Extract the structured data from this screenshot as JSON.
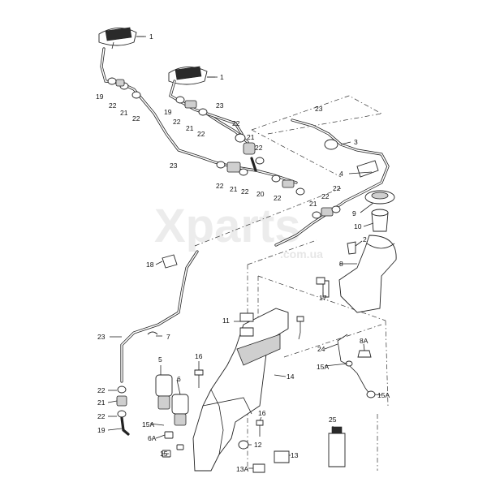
{
  "watermark": {
    "brand": "Xparts",
    "domain": ".com.ua"
  },
  "callouts": [
    "1",
    "1",
    "3",
    "4",
    "9",
    "10",
    "2",
    "8",
    "17",
    "18",
    "23",
    "7",
    "5",
    "6A",
    "6",
    "15",
    "15A",
    "19",
    "22",
    "21",
    "22",
    "16",
    "16",
    "11",
    "14",
    "24",
    "15A",
    "8A",
    "15A",
    "25",
    "12",
    "13",
    "13A",
    "23",
    "23",
    "19",
    "22",
    "21",
    "22",
    "19",
    "22",
    "21",
    "22",
    "23",
    "22",
    "21",
    "22",
    "22",
    "21",
    "20",
    "22",
    "22",
    "21",
    "22",
    "22"
  ]
}
